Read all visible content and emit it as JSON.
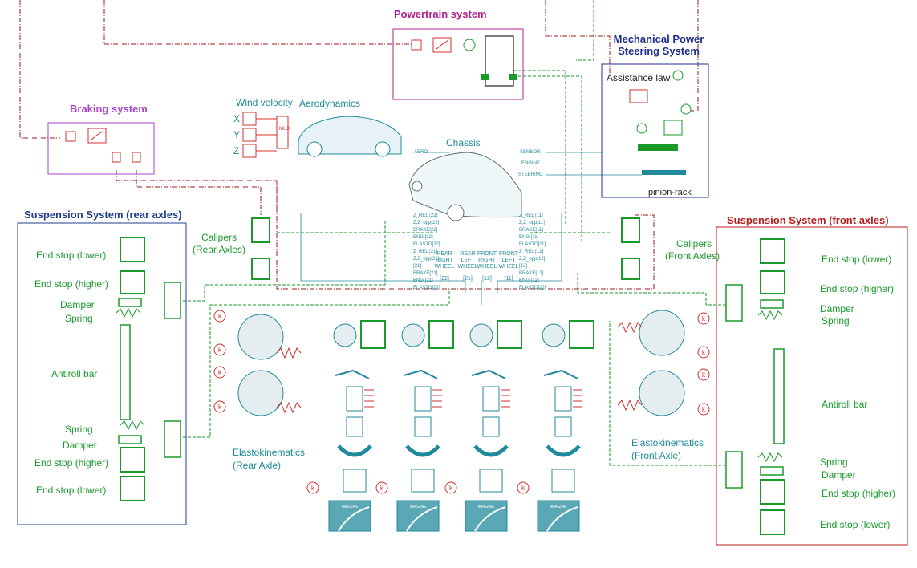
{
  "powertrain": {
    "title": "Powertrain system"
  },
  "braking": {
    "title": "Braking system"
  },
  "steering": {
    "title_line1": "Mechanical Power",
    "title_line2": "Steering System",
    "assistance": "Assistance law",
    "pinion": "pinion-rack"
  },
  "aero": {
    "wind": "Wind velocity",
    "title": "Aerodynamics",
    "x": "X",
    "y": "Y",
    "z": "Z",
    "mux": "MUX",
    "aero_port": "AERO"
  },
  "chassis": {
    "title": "Chassis",
    "sensor": "SENSOR",
    "engine": "ENGINE",
    "steering_port": "STEERING"
  },
  "rear_susp": {
    "title": "Suspension System (rear axles)",
    "items_top": [
      "End stop (lower)",
      "End stop (higher)",
      "Damper",
      "Spring"
    ],
    "antiroll": "Antiroll bar",
    "items_bottom": [
      "Spring",
      "Damper",
      "End stop (higher)",
      "End stop (lower)"
    ]
  },
  "front_susp": {
    "title": "Suspension System (front axles)",
    "items_top": [
      "End stop (lower)",
      "End stop (higher)",
      "Damper",
      "Spring"
    ],
    "antiroll": "Antiroll bar",
    "items_bottom": [
      "Spring",
      "Damper",
      "End stop (higher)",
      "End stop (lower)"
    ]
  },
  "calipers_rear": {
    "line1": "Calipers",
    "line2": "(Rear Axles)"
  },
  "calipers_front": {
    "line1": "Calipers",
    "line2": "(Front Axles)"
  },
  "elasto_rear": {
    "line1": "Elastokinematics",
    "line2": "(Rear Axle)"
  },
  "elasto_front": {
    "line1": "Elastokinematics",
    "line2": "(Front Axle)"
  },
  "wheels": [
    {
      "line1": "REAR",
      "line2": "RIGHT",
      "line3": "WHEEL",
      "index": "[22]"
    },
    {
      "line1": "REAR",
      "line2": "LEFT",
      "line3": "WHEEL",
      "index": "[21]"
    },
    {
      "line1": "FRONT",
      "line2": "RIGHT",
      "line3": "WHEEL",
      "index": "[12]"
    },
    {
      "line1": "FRONT",
      "line2": "LEFT",
      "line3": "WHEEL",
      "index": "[11]"
    }
  ],
  "ports_left": [
    "Z_REL [22]",
    "Z,Z_opp[22]",
    "BRAKE[22]",
    "ENG [22]",
    "ELASTO[22]",
    "Z_REL [21]",
    "Z,Z_opp[21]",
    "[21]",
    "BRAKE[21]",
    "ENG [21]",
    "ELASTO[21]"
  ],
  "ports_right": [
    "Z_REL [11]",
    "Z,Z_opp[11]",
    "BRAKE[11]",
    "ENG [11]",
    "ELASTO[11]",
    "Z_REL [12]",
    "Z,Z_opp[12]",
    "[12]",
    "BRAKE[12]",
    "ENG [12]",
    "ELASTO[12]"
  ],
  "k_label": "k",
  "road_label": "IMAGINE",
  "colors": {
    "green": "#1a9a2a",
    "teal": "#1f8a9c",
    "red": "#d32f2f",
    "darkred": "#a11a1a",
    "purple": "#b0218f",
    "navy": "#1e2f8c",
    "brown": "#b71c1c"
  }
}
